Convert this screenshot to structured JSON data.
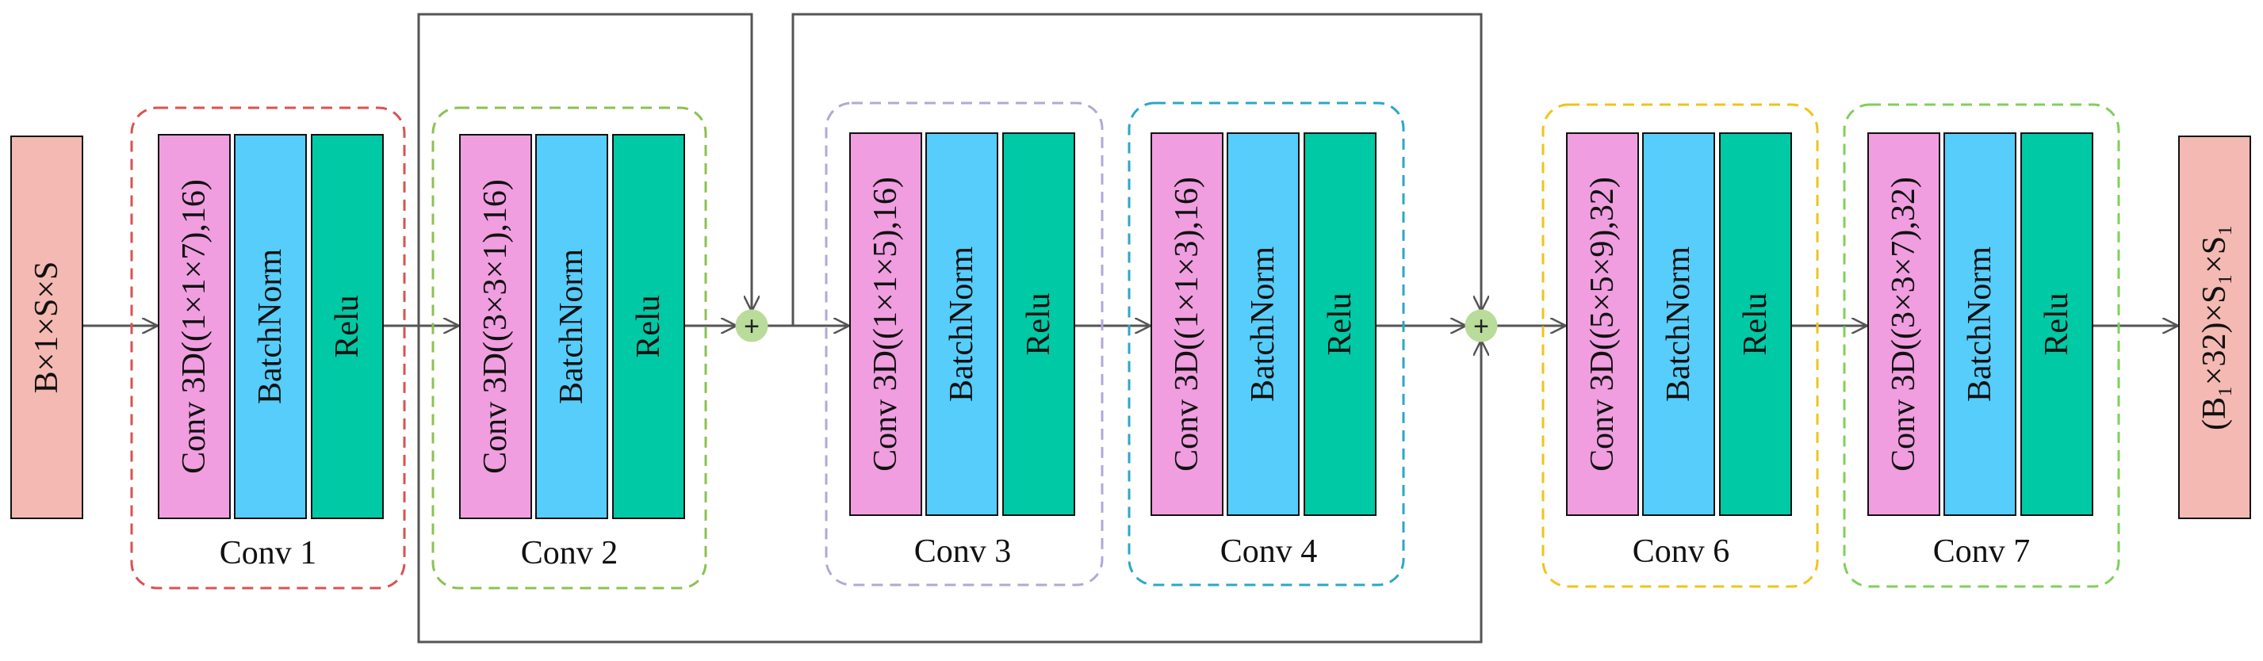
{
  "input_block": {
    "label": "B×1×S×S"
  },
  "output_block": {
    "label": "(B₁×32)×S₁×S₁"
  },
  "groups": [
    {
      "label": "Conv 1",
      "color": "#d9534f",
      "layers": [
        "Conv 3D((1×1×7),16)",
        "BatchNorm",
        "Relu"
      ]
    },
    {
      "label": "Conv 2",
      "color": "#8cc152",
      "layers": [
        "Conv 3D((3×3×1),16)",
        "BatchNorm",
        "Relu"
      ]
    },
    {
      "label": "Conv 3",
      "color": "#b4a7d6",
      "layers": [
        "Conv 3D((1×1×5),16)",
        "BatchNorm",
        "Relu"
      ]
    },
    {
      "label": "Conv 4",
      "color": "#2aa7c9",
      "layers": [
        "Conv 3D((1×1×3),16)",
        "BatchNorm",
        "Relu"
      ]
    },
    {
      "label": "Conv 6",
      "color": "#f2c31a",
      "layers": [
        "Conv 3D((5×5×9),32)",
        "BatchNorm",
        "Relu"
      ]
    },
    {
      "label": "Conv 7",
      "color": "#7fd05a",
      "layers": [
        "Conv 3D((3×3×7),32)",
        "BatchNorm",
        "Relu"
      ]
    }
  ],
  "adders": [
    {
      "symbol": "+"
    },
    {
      "symbol": "+"
    }
  ],
  "colors": {
    "input_fill": "#f4b9b3",
    "conv_fill": "#f09ee0",
    "batchnorm_fill": "#56cdfb",
    "relu_fill": "#00c9a5",
    "adder_fill": "#b9dc9a",
    "line": "#555555"
  }
}
